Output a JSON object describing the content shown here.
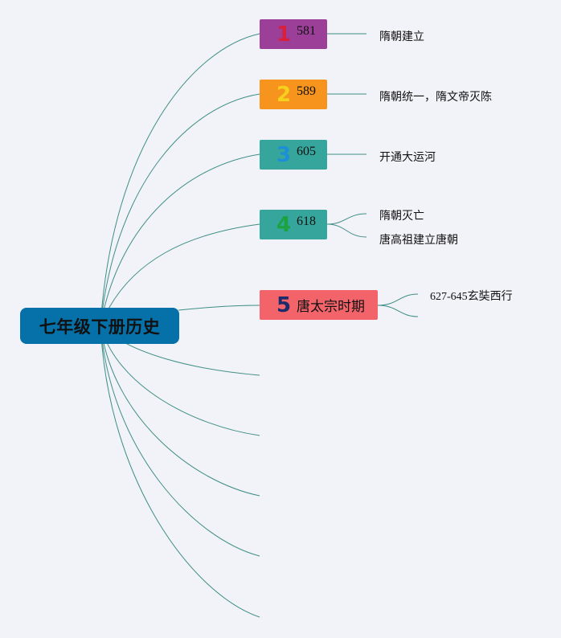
{
  "root": {
    "label": "七年级下册历史"
  },
  "colors": {
    "root_bg": "#0670a8",
    "link": "#3f8f85",
    "branch_fills": [
      "#9b3f98",
      "#f7941d",
      "#36a59b",
      "#36a59b",
      "#f2646a"
    ],
    "badge_colors": [
      "#d8203c",
      "#f5d11e",
      "#1d8fd6",
      "#1aa340",
      "#1b2b6b"
    ]
  },
  "branches": [
    {
      "badge": "1",
      "label": "581",
      "children": [
        "隋朝建立"
      ]
    },
    {
      "badge": "2",
      "label": "589",
      "children": [
        "隋朝统一，隋文帝灭陈"
      ]
    },
    {
      "badge": "3",
      "label": "605",
      "children": [
        "开通大运河"
      ]
    },
    {
      "badge": "4",
      "label": "618",
      "children": [
        "隋朝灭亡",
        "唐高祖建立唐朝"
      ]
    },
    {
      "badge": "5",
      "label": "唐太宗时期",
      "children": [
        "627-645玄奘西行",
        ""
      ]
    }
  ]
}
